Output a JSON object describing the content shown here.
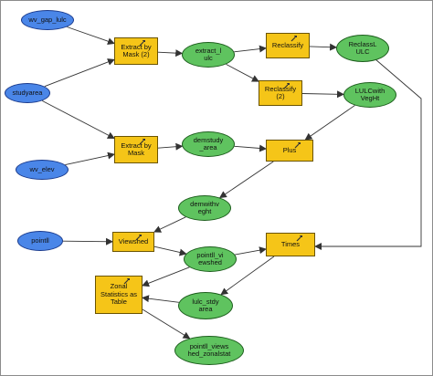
{
  "colors": {
    "input_data": "#4a86e8",
    "derived_data": "#5fc35f",
    "tool": "#f5c518",
    "edge": "#333333"
  },
  "nodes": [
    {
      "id": "wv_gap_lulc",
      "kind": "input",
      "label": "wv_gap_lulc"
    },
    {
      "id": "studyarea",
      "kind": "input",
      "label": "studyarea"
    },
    {
      "id": "wv_elev",
      "kind": "input",
      "label": "wv_elev"
    },
    {
      "id": "pointll",
      "kind": "input",
      "label": "pointll"
    },
    {
      "id": "extract_mask2",
      "kind": "tool",
      "label": "Extract by\nMask (2)"
    },
    {
      "id": "extract_mask",
      "kind": "tool",
      "label": "Extract by\nMask"
    },
    {
      "id": "reclassify",
      "kind": "tool",
      "label": "Reclassify"
    },
    {
      "id": "reclassify2",
      "kind": "tool",
      "label": "Reclassify\n(2)"
    },
    {
      "id": "plus",
      "kind": "tool",
      "label": "Plus"
    },
    {
      "id": "viewshed",
      "kind": "tool",
      "label": "Viewshed"
    },
    {
      "id": "times",
      "kind": "tool",
      "label": "Times"
    },
    {
      "id": "zonal",
      "kind": "tool",
      "label": "Zonal\nStatistics as\nTable"
    },
    {
      "id": "extract_lulc",
      "kind": "derived",
      "label": "extract_l\nulc"
    },
    {
      "id": "reclass_lulc",
      "kind": "derived",
      "label": "ReclassL\nULC"
    },
    {
      "id": "lulc_veght",
      "kind": "derived",
      "label": "LULCwith\nVegHt"
    },
    {
      "id": "demstudy",
      "kind": "derived",
      "label": "demstudy\n_area"
    },
    {
      "id": "demwithveght",
      "kind": "derived",
      "label": "demwithv\neght"
    },
    {
      "id": "pointll_vi",
      "kind": "derived",
      "label": "pointll_vi\newshed"
    },
    {
      "id": "lulc_stdy",
      "kind": "derived",
      "label": "lulc_stdy\narea"
    },
    {
      "id": "zonalstat",
      "kind": "derived",
      "label": "pointll_views\nhed_zonalstat"
    }
  ],
  "edges": [
    {
      "from": "wv_gap_lulc",
      "to": "extract_mask2"
    },
    {
      "from": "studyarea",
      "to": "extract_mask2"
    },
    {
      "from": "studyarea",
      "to": "extract_mask"
    },
    {
      "from": "wv_elev",
      "to": "extract_mask"
    },
    {
      "from": "extract_mask2",
      "to": "extract_lulc"
    },
    {
      "from": "extract_lulc",
      "to": "reclassify"
    },
    {
      "from": "reclassify",
      "to": "reclass_lulc"
    },
    {
      "from": "extract_lulc",
      "to": "reclassify2"
    },
    {
      "from": "reclassify2",
      "to": "lulc_veght"
    },
    {
      "from": "extract_mask",
      "to": "demstudy"
    },
    {
      "from": "demstudy",
      "to": "plus"
    },
    {
      "from": "lulc_veght",
      "to": "plus"
    },
    {
      "from": "plus",
      "to": "demwithveght"
    },
    {
      "from": "demwithveght",
      "to": "viewshed"
    },
    {
      "from": "pointll",
      "to": "viewshed"
    },
    {
      "from": "viewshed",
      "to": "pointll_vi"
    },
    {
      "from": "pointll_vi",
      "to": "times"
    },
    {
      "from": "reclass_lulc",
      "to": "times",
      "route": "right-side"
    },
    {
      "from": "times",
      "to": "lulc_stdy"
    },
    {
      "from": "pointll_vi",
      "to": "zonal"
    },
    {
      "from": "lulc_stdy",
      "to": "zonal"
    },
    {
      "from": "zonal",
      "to": "zonalstat"
    }
  ]
}
